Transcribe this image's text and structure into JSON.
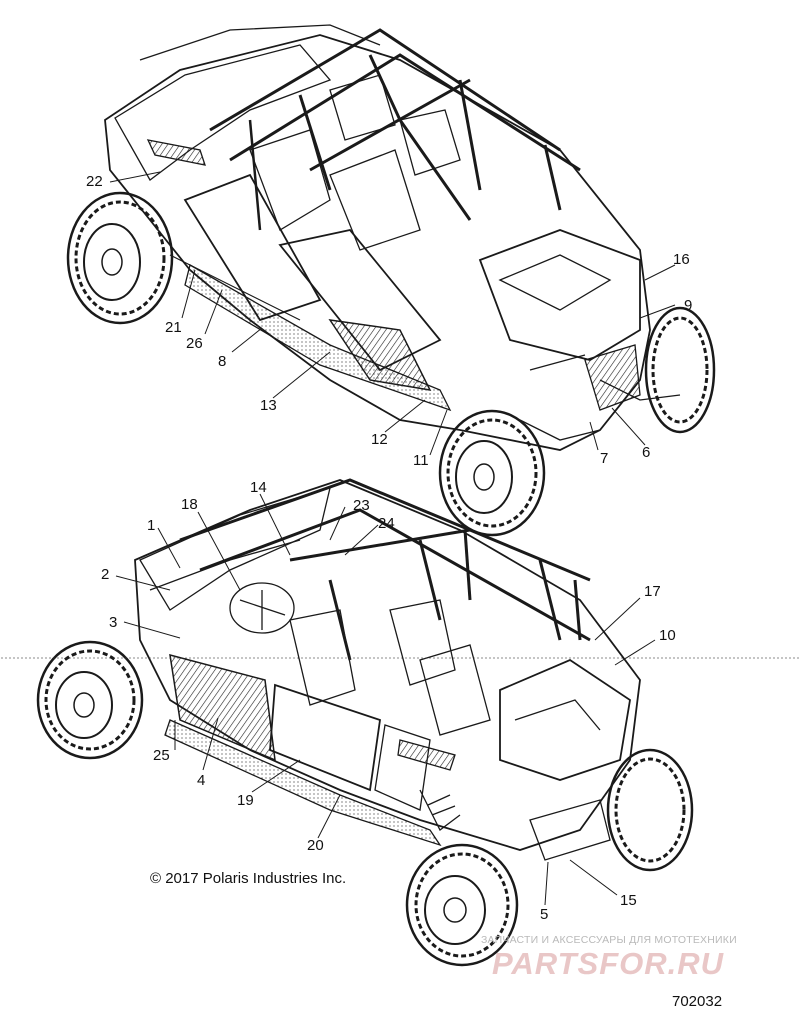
{
  "callouts": {
    "c1": "1",
    "c2": "2",
    "c3": "3",
    "c4": "4",
    "c5": "5",
    "c6": "6",
    "c7": "7",
    "c8": "8",
    "c9": "9",
    "c10": "10",
    "c11": "11",
    "c12": "12",
    "c13": "13",
    "c14": "14",
    "c15": "15",
    "c16": "16",
    "c17": "17",
    "c18": "18",
    "c19": "19",
    "c20": "20",
    "c21": "21",
    "c22": "22",
    "c23": "23",
    "c24": "24",
    "c25": "25",
    "c26": "26"
  },
  "copyright": "© 2017 Polaris Industries Inc.",
  "figure_id": "702032",
  "watermark": {
    "tagline": "ЗАПЧАСТИ И АКСЕССУАРЫ ДЛЯ МОТОТЕХНИКИ",
    "logo": "PARTSFOR.RU"
  },
  "colors": {
    "line": "#1a1a1a",
    "background": "#ffffff",
    "scan_artifact": "#8a8a8a",
    "watermark_logo": "#e9c7c7",
    "watermark_text": "#b9b9b9"
  }
}
